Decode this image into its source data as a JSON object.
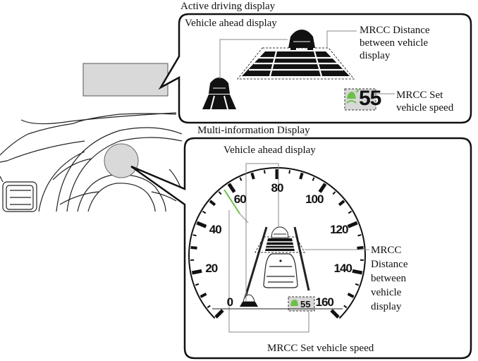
{
  "top_panel": {
    "title": "Active driving display",
    "vehicle_ahead_label": "Vehicle ahead display",
    "distance_label_lines": [
      "MRCC Distance",
      "between vehicle",
      "display"
    ],
    "set_speed_label_lines": [
      "MRCC Set",
      "vehicle speed"
    ],
    "set_speed_value": "55"
  },
  "bottom_panel": {
    "title": "Multi-information Display",
    "vehicle_ahead_label": "Vehicle ahead display",
    "distance_label_lines": [
      "MRCC",
      "Distance",
      "between",
      "vehicle",
      "display"
    ],
    "set_speed_label": "MRCC Set vehicle speed",
    "set_speed_value": "55",
    "speedometer_ticks": [
      "0",
      "20",
      "40",
      "60",
      "80",
      "100",
      "120",
      "140",
      "160"
    ]
  },
  "colors": {
    "indicator_green": "#6cc04a",
    "display_gray": "#d9d9d9",
    "set_speed_bg": "#d8d8d8"
  }
}
